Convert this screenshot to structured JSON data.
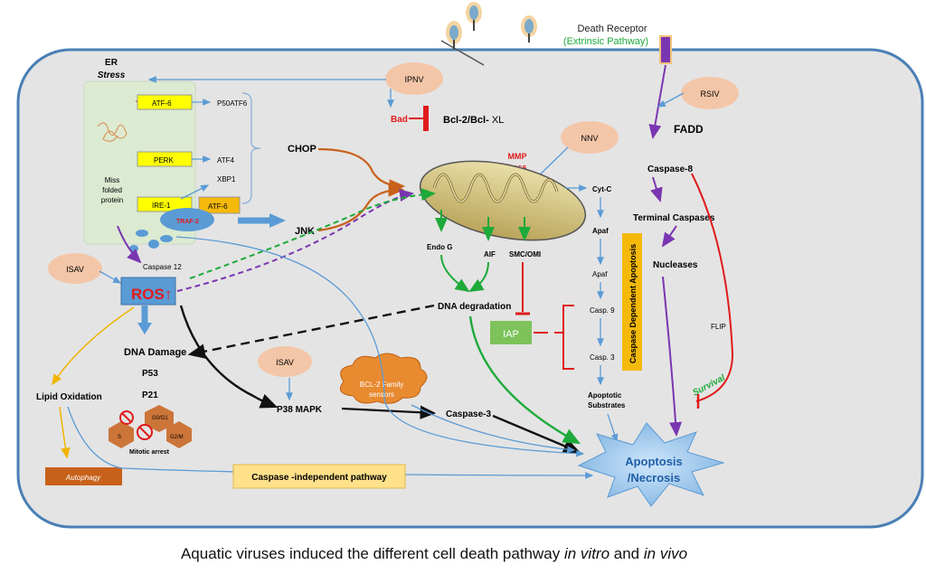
{
  "caption": {
    "main": "Aquatic viruses induced the different cell death pathway ",
    "italic1": "in vitro",
    "mid": " and ",
    "italic2": "in vivo"
  },
  "labels": {
    "er_stress_1": "ER",
    "er_stress_2": "Stress",
    "misfolded_1": "Miss",
    "misfolded_2": "folded",
    "misfolded_3": "protein",
    "atf6": "ATF-6",
    "perk": "PERK",
    "ire1": "IRE-1",
    "atf6_b": "ATF-6",
    "traf2": "TRAF-2",
    "p50atf6": "P50ATF6",
    "atf4": "ATF4",
    "xbp1": "XBP1",
    "chop": "CHOP",
    "jnk": "JNK",
    "caspase12": "Caspase 12",
    "ros": "ROS",
    "ros_arrow": "↑",
    "dna_damage": "DNA Damage",
    "p53": "P53",
    "p21": "P21",
    "g0g1": "G0/G1",
    "s": "S",
    "g2m": "G2/M",
    "mitotic_arrest": "Mitotic arrest",
    "lipid_oxidation": "Lipid Oxidation",
    "autophagy": "Autophagy",
    "caspase_independent": "Caspase -independent pathway",
    "p38": "P38 MAPK",
    "bcl2_sensors_1": "BCL-2 Family",
    "bcl2_sensors_2": "sensors",
    "caspase3": "Caspase-3",
    "bad": "Bad",
    "bcl2_bclxl": "Bcl-2/Bcl-",
    "bclxl_suffix": "XL",
    "mmp_1": "MMP",
    "mmp_2": "Loss",
    "endo_g": "Endo G",
    "aif": "AIF",
    "smc": "SMC/OMI",
    "dna_degradation": "DNA degradation",
    "iap": "IAP",
    "cyt_c": "Cyt-C",
    "apaf1": "Apaf",
    "apaf2": "Apaf",
    "casp9": "Casp. 9",
    "casp3": "Casp. 3",
    "apoptotic_sub_1": "Apoptotic",
    "apoptotic_sub_2": "Substrates",
    "caspase_dependent": "Caspase Dependent Apoptosis",
    "death_receptor_1": "Death Receptor",
    "death_receptor_2": "(Extrinsic Pathway)",
    "fadd": "FADD",
    "caspase8": "Caspase-8",
    "terminal_caspases": "Terminal Caspases",
    "nucleases": "Nucleases",
    "flip": "FLIP",
    "survival": "Survival",
    "apoptosis_1": "Apoptosis",
    "apoptosis_2": "/Necrosis",
    "ipnv": "IPNV",
    "nnv": "NNV",
    "rsiv": "RSIV",
    "isav_1": "ISAV",
    "isav_2": "ISAV"
  },
  "colors": {
    "cell_border": "#4a7fb5",
    "cell_fill": "#e4e4e4",
    "virus_oval": "#f4c6a8",
    "yellow_box": "#ffff00",
    "purple": "#7a35b0",
    "green": "#1eaa3a",
    "orange": "#c8611a",
    "red": "#e01b1b",
    "blue": "#5a9bd5",
    "iap_fill": "#7dc35a",
    "caspase_dep_fill": "#f5b90a",
    "autophagy_fill": "#c8611a"
  }
}
